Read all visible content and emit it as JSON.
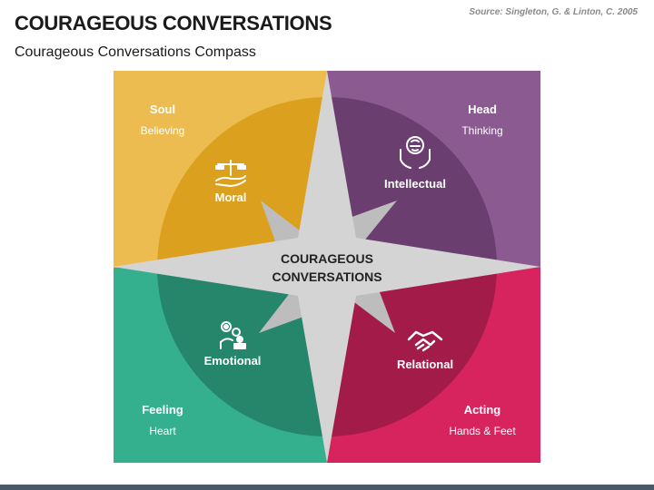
{
  "header": {
    "title": "COURAGEOUS CONVERSATIONS",
    "subtitle": "Courageous Conversations Compass",
    "source": "Source: Singleton, G. & Linton, C. 2005"
  },
  "center": {
    "line1": "COURAGEOUS",
    "line2": "CONVERSATIONS"
  },
  "quadrants": {
    "soul": {
      "title": "Soul",
      "subtitle": "Believing",
      "segment": "Moral",
      "icon": "balance-hand-icon",
      "color": "#EDBC50",
      "dark": "#DBA11E"
    },
    "head": {
      "title": "Head",
      "subtitle": "Thinking",
      "segment": "Intellectual",
      "icon": "brain-hands-icon",
      "color": "#8B5A91",
      "dark": "#6A3E6E"
    },
    "feeling": {
      "title": "Feeling",
      "subtitle": "Heart",
      "segment": "Emotional",
      "icon": "gears-person-icon",
      "color": "#35B08F",
      "dark": "#25866C"
    },
    "acting": {
      "title": "Acting",
      "subtitle": "Hands & Feet",
      "segment": "Relational",
      "icon": "handshake-icon",
      "color": "#D7245E",
      "dark": "#A31B48"
    }
  }
}
